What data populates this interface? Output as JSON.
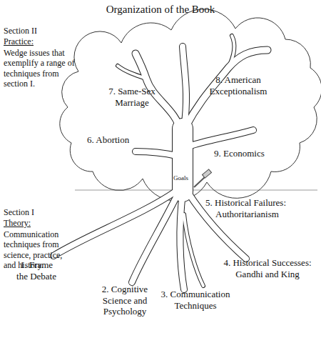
{
  "diagram": {
    "title": "Organization of the Book",
    "labels": [
      "Section II",
      "Practice:",
      "Wedge issues that exemplify a range of techniques from section I.",
      "8. American Exceptionalism",
      "7. Same-Sex Marriage",
      "6. Abortion",
      "9. Economics",
      "Goals",
      "5. Historical Failures: Authoritarianism",
      "Section I",
      "Theory:",
      "Communication techniques from science, practice, and history.",
      "1. Frame the Debate",
      "4. Historical Successes: Gandhi and King",
      "2. Cognitive Science and Psychology",
      "3. Communication Techniques"
    ]
  }
}
